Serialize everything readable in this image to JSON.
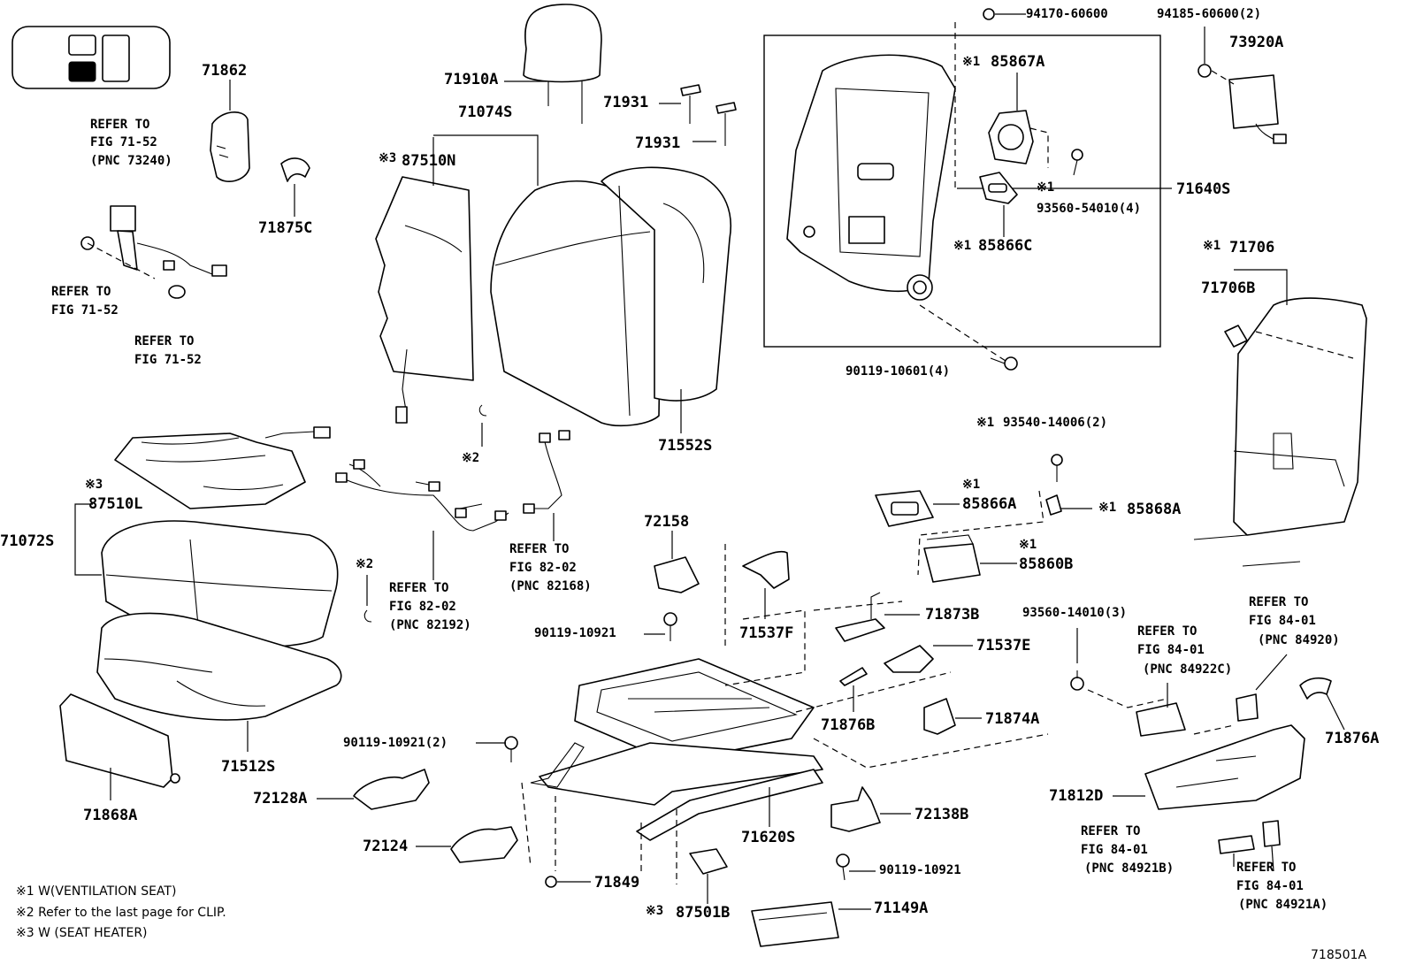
{
  "callouts": [
    {
      "id": "71862",
      "text": "71862"
    },
    {
      "id": "71875C",
      "text": "71875C"
    },
    {
      "id": "ref-71-52-a-1",
      "text": "REFER TO"
    },
    {
      "id": "ref-71-52-a-2",
      "text": "FIG 71-52"
    },
    {
      "id": "ref-71-52-a-3",
      "text": "(PNC 73240)"
    },
    {
      "id": "ref-71-52-b-1",
      "text": "REFER TO"
    },
    {
      "id": "ref-71-52-b-2",
      "text": "FIG 71-52"
    },
    {
      "id": "ref-71-52-c-1",
      "text": "REFER TO"
    },
    {
      "id": "ref-71-52-c-2",
      "text": "FIG 71-52"
    },
    {
      "id": "71910A",
      "text": "71910A"
    },
    {
      "id": "71074S",
      "text": "71074S"
    },
    {
      "id": "87510N-mark",
      "text": "※3"
    },
    {
      "id": "87510N",
      "text": "87510N"
    },
    {
      "id": "71931-a",
      "text": "71931"
    },
    {
      "id": "71931-b",
      "text": "71931"
    },
    {
      "id": "71552S",
      "text": "71552S"
    },
    {
      "id": "clip-mark-a",
      "text": "※2"
    },
    {
      "id": "clip-mark-b",
      "text": "※2"
    },
    {
      "id": "87510L-mark",
      "text": "※3"
    },
    {
      "id": "87510L",
      "text": "87510L"
    },
    {
      "id": "71072S",
      "text": "71072S"
    },
    {
      "id": "ref-82-02-a-1",
      "text": "REFER TO"
    },
    {
      "id": "ref-82-02-a-2",
      "text": "FIG 82-02"
    },
    {
      "id": "ref-82-02-a-3",
      "text": "(PNC 82192)"
    },
    {
      "id": "ref-82-02-b-1",
      "text": "REFER TO"
    },
    {
      "id": "ref-82-02-b-2",
      "text": "FIG 82-02"
    },
    {
      "id": "ref-82-02-b-3",
      "text": "(PNC 82168)"
    },
    {
      "id": "71512S",
      "text": "71512S"
    },
    {
      "id": "71868A",
      "text": "71868A"
    },
    {
      "id": "72158",
      "text": "72158"
    },
    {
      "id": "90119-10921-a",
      "text": "90119-10921"
    },
    {
      "id": "71537F",
      "text": "71537F"
    },
    {
      "id": "90119-10921-2",
      "text": "90119-10921(2)"
    },
    {
      "id": "72128A",
      "text": "72128A"
    },
    {
      "id": "72124",
      "text": "72124"
    },
    {
      "id": "71849",
      "text": "71849"
    },
    {
      "id": "87501B-mark",
      "text": "※3"
    },
    {
      "id": "87501B",
      "text": "87501B"
    },
    {
      "id": "71149A",
      "text": "71149A"
    },
    {
      "id": "71620S",
      "text": "71620S"
    },
    {
      "id": "72138B",
      "text": "72138B"
    },
    {
      "id": "90119-10921-b",
      "text": "90119-10921"
    },
    {
      "id": "71873B",
      "text": "71873B"
    },
    {
      "id": "71537E",
      "text": "71537E"
    },
    {
      "id": "71876B",
      "text": "71876B"
    },
    {
      "id": "71874A",
      "text": "71874A"
    },
    {
      "id": "94170-60600",
      "text": "94170-60600"
    },
    {
      "id": "85867A-mark",
      "text": "※1"
    },
    {
      "id": "85867A",
      "text": "85867A"
    },
    {
      "id": "93560-54010-mark",
      "text": "※1"
    },
    {
      "id": "93560-54010",
      "text": "93560-54010(4)"
    },
    {
      "id": "71640S",
      "text": "71640S"
    },
    {
      "id": "85866C-mark",
      "text": "※1"
    },
    {
      "id": "85866C",
      "text": "85866C"
    },
    {
      "id": "90119-10601",
      "text": "90119-10601(4)"
    },
    {
      "id": "94185-60600",
      "text": "94185-60600(2)"
    },
    {
      "id": "73920A",
      "text": "73920A"
    },
    {
      "id": "71706-mark",
      "text": "※1"
    },
    {
      "id": "71706",
      "text": "71706"
    },
    {
      "id": "71706B",
      "text": "71706B"
    },
    {
      "id": "93540-14006-mark",
      "text": "※1"
    },
    {
      "id": "93540-14006",
      "text": "93540-14006(2)"
    },
    {
      "id": "85866A-mark",
      "text": "※1"
    },
    {
      "id": "85866A",
      "text": "85866A"
    },
    {
      "id": "85868A-mark",
      "text": "※1"
    },
    {
      "id": "85868A",
      "text": "85868A"
    },
    {
      "id": "85860B-mark",
      "text": "※1"
    },
    {
      "id": "85860B",
      "text": "85860B"
    },
    {
      "id": "93560-14010",
      "text": "93560-14010(3)"
    },
    {
      "id": "ref-84-01-a-1",
      "text": "REFER TO"
    },
    {
      "id": "ref-84-01-a-2",
      "text": "FIG 84-01"
    },
    {
      "id": "ref-84-01-a-3",
      "text": "(PNC 84922C)"
    },
    {
      "id": "ref-84-01-b-1",
      "text": "REFER TO"
    },
    {
      "id": "ref-84-01-b-2",
      "text": "FIG 84-01"
    },
    {
      "id": "ref-84-01-b-3",
      "text": "(PNC 84920)"
    },
    {
      "id": "71876A",
      "text": "71876A"
    },
    {
      "id": "71812D",
      "text": "71812D"
    },
    {
      "id": "ref-84-01-c-1",
      "text": "REFER TO"
    },
    {
      "id": "ref-84-01-c-2",
      "text": "FIG 84-01"
    },
    {
      "id": "ref-84-01-c-3",
      "text": "(PNC 84921B)"
    },
    {
      "id": "ref-84-01-d-1",
      "text": "REFER TO"
    },
    {
      "id": "ref-84-01-d-2",
      "text": "FIG 84-01"
    },
    {
      "id": "ref-84-01-d-3",
      "text": "(PNC 84921A)"
    }
  ],
  "footnotes": [
    "※1 W(VENTILATION SEAT)",
    "※2 Refer to the last page for CLIP.",
    "※3 W (SEAT HEATER)"
  ],
  "figure_number": "718501A"
}
